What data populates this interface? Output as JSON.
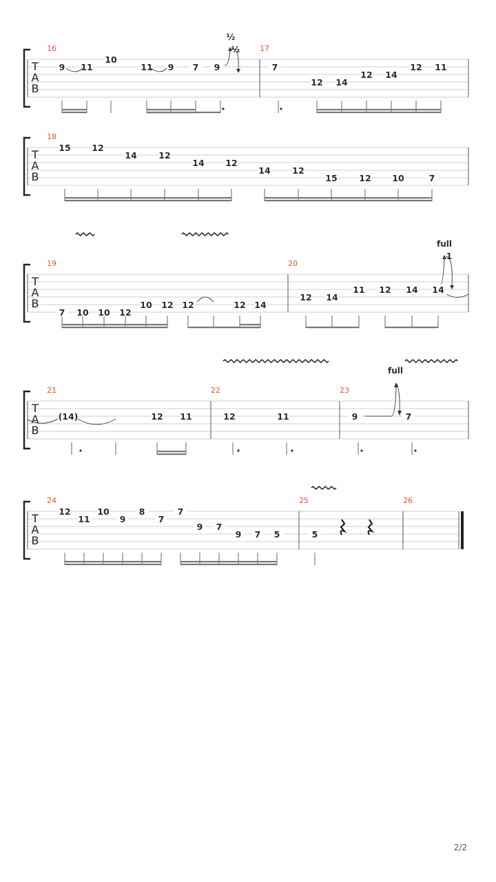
{
  "page": {
    "number": "2/2"
  },
  "tab_clef": [
    "T",
    "A",
    "B"
  ],
  "systems": [
    {
      "measures": [
        "16",
        "17"
      ],
      "notes": [
        {
          "s": 2,
          "f": "9",
          "m": "16"
        },
        {
          "s": 2,
          "f": "11",
          "m": "16"
        },
        {
          "s": 1,
          "f": "10",
          "m": "16"
        },
        {
          "s": 2,
          "f": "11",
          "m": "16"
        },
        {
          "s": 2,
          "f": "9",
          "m": "16"
        },
        {
          "s": 2,
          "f": "7",
          "m": "16"
        },
        {
          "s": 2,
          "f": "9",
          "m": "16"
        },
        {
          "s": 2,
          "f": "7",
          "m": "17"
        },
        {
          "s": 4,
          "f": "12",
          "m": "17"
        },
        {
          "s": 4,
          "f": "14",
          "m": "17"
        },
        {
          "s": 3,
          "f": "12",
          "m": "17"
        },
        {
          "s": 3,
          "f": "14",
          "m": "17"
        },
        {
          "s": 2,
          "f": "12",
          "m": "17"
        },
        {
          "s": 2,
          "f": "11",
          "m": "17"
        }
      ],
      "bends": [
        "½",
        "½"
      ]
    },
    {
      "measures": [
        "18"
      ],
      "notes": [
        {
          "s": 1,
          "f": "15"
        },
        {
          "s": 1,
          "f": "12"
        },
        {
          "s": 2,
          "f": "14"
        },
        {
          "s": 2,
          "f": "12"
        },
        {
          "s": 3,
          "f": "14"
        },
        {
          "s": 3,
          "f": "12"
        },
        {
          "s": 4,
          "f": "14"
        },
        {
          "s": 4,
          "f": "12"
        },
        {
          "s": 5,
          "f": "15"
        },
        {
          "s": 5,
          "f": "12"
        },
        {
          "s": 5,
          "f": "10"
        },
        {
          "s": 5,
          "f": "7"
        }
      ]
    },
    {
      "measures": [
        "19",
        "20"
      ],
      "notes": [
        {
          "s": 6,
          "f": "7"
        },
        {
          "s": 6,
          "f": "10"
        },
        {
          "s": 6,
          "f": "10"
        },
        {
          "s": 6,
          "f": "12"
        },
        {
          "s": 5,
          "f": "10"
        },
        {
          "s": 5,
          "f": "12"
        },
        {
          "s": 5,
          "f": "12"
        },
        {
          "s": 5,
          "f": "12"
        },
        {
          "s": 5,
          "f": "14"
        },
        {
          "s": 4,
          "f": "12"
        },
        {
          "s": 4,
          "f": "14"
        },
        {
          "s": 3,
          "f": "11"
        },
        {
          "s": 3,
          "f": "12"
        },
        {
          "s": 3,
          "f": "14"
        },
        {
          "s": 3,
          "f": "14"
        }
      ],
      "bends": [
        "full",
        "1"
      ]
    },
    {
      "measures": [
        "21",
        "22",
        "23"
      ],
      "notes": [
        {
          "s": 3,
          "f": "(14)"
        },
        {
          "s": 3,
          "f": "12"
        },
        {
          "s": 3,
          "f": "11"
        },
        {
          "s": 3,
          "f": "12"
        },
        {
          "s": 3,
          "f": "11"
        },
        {
          "s": 3,
          "f": "9"
        },
        {
          "s": 3,
          "f": "7"
        }
      ],
      "bends": [
        "full"
      ]
    },
    {
      "measures": [
        "24",
        "25",
        "26"
      ],
      "notes": [
        {
          "s": 1,
          "f": "12"
        },
        {
          "s": 2,
          "f": "11"
        },
        {
          "s": 1,
          "f": "10"
        },
        {
          "s": 2,
          "f": "9"
        },
        {
          "s": 1,
          "f": "8"
        },
        {
          "s": 2,
          "f": "7"
        },
        {
          "s": 1,
          "f": "7"
        },
        {
          "s": 3,
          "f": "9"
        },
        {
          "s": 3,
          "f": "7"
        },
        {
          "s": 4,
          "f": "9"
        },
        {
          "s": 4,
          "f": "7"
        },
        {
          "s": 4,
          "f": "5"
        },
        {
          "s": 4,
          "f": "5"
        }
      ]
    }
  ],
  "colors": {
    "measure_number": "#e8542c",
    "ink": "#2b2b2b",
    "staff_line": "#cfcfcf"
  }
}
